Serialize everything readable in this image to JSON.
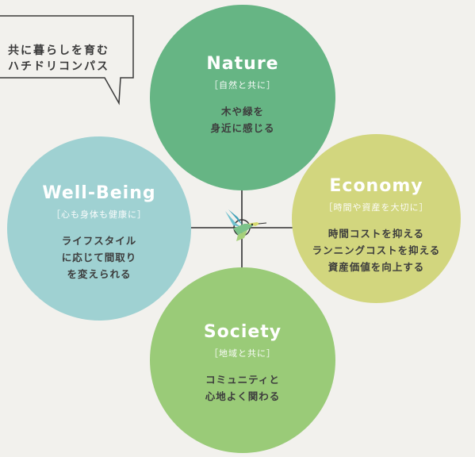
{
  "callout": {
    "line1": "共に暮らしを育む",
    "line2": "ハチドリコンパス"
  },
  "circles": {
    "nature": {
      "title": "Nature",
      "subtitle": "［自然と共に］",
      "body1": "木や緑を",
      "body2": "身近に感じる",
      "color": "#66b584"
    },
    "economy": {
      "title": "Economy",
      "subtitle": "［時間や資産を大切に］",
      "body1": "時間コストを抑える",
      "body2": "ランニングコストを抑える",
      "body3": "資産価値を向上する",
      "color": "#d2d67e"
    },
    "wellbeing": {
      "title": "Well-Being",
      "subtitle": "［心も身体も健康に］",
      "body1": "ライフスタイル",
      "body2": "に応じて間取り",
      "body3": "を変えられる",
      "color": "#9fd1d2"
    },
    "society": {
      "title": "Society",
      "subtitle": "［地域と共に］",
      "body1": "コミュニティと",
      "body2": "心地よく関わる",
      "color": "#9acb78"
    }
  },
  "center_icon": "hummingbird-compass-icon"
}
